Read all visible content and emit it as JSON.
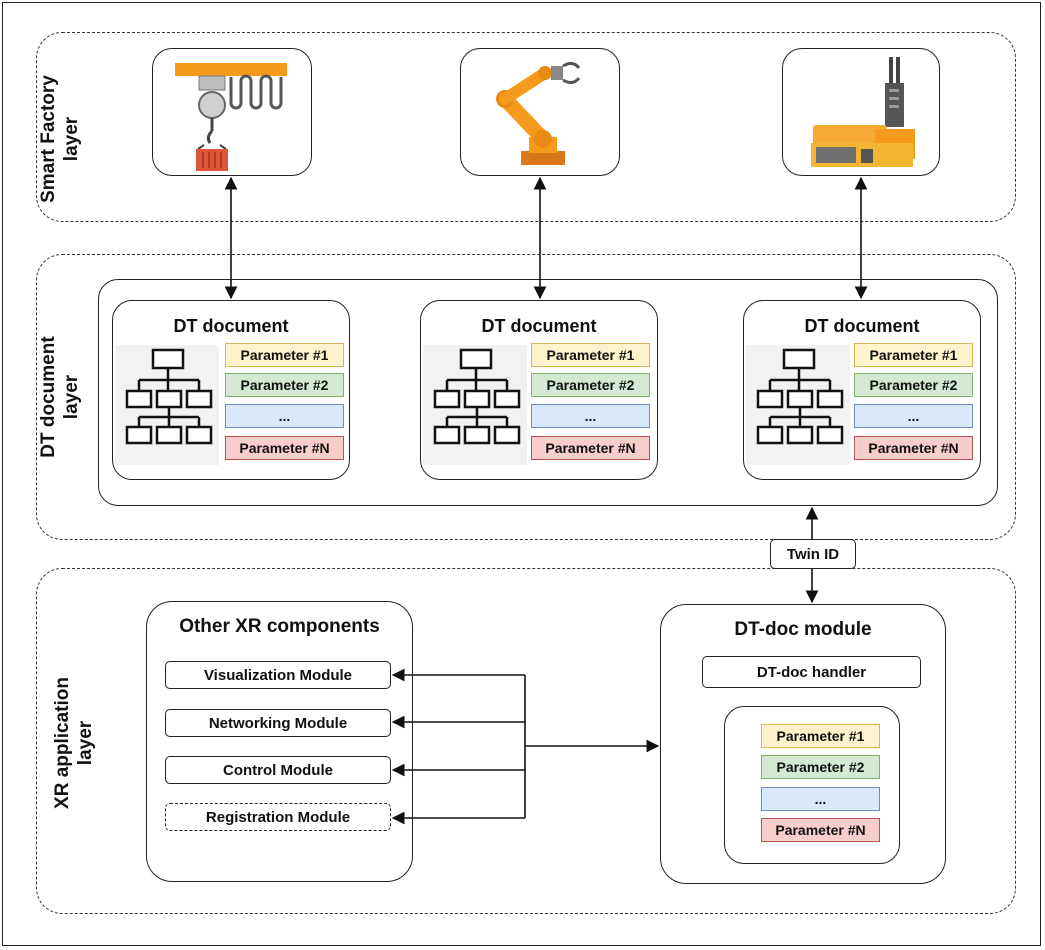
{
  "layers": {
    "smart_factory": "Smart Factory\nlayer",
    "dt_document": "DT document\nlayer",
    "xr_application": "XR application\nlayer"
  },
  "dt_document": {
    "title": "DT document",
    "parameters": [
      "Parameter #1",
      "Parameter #2",
      "...",
      "Parameter #N"
    ]
  },
  "twin_id": "Twin ID",
  "other_xr": {
    "title": "Other XR components",
    "modules": [
      "Visualization Module",
      "Networking Module",
      "Control Module",
      "Registration Module"
    ]
  },
  "dt_doc_module": {
    "title": "DT-doc module",
    "handler": "DT-doc handler",
    "parameters": [
      "Parameter #1",
      "Parameter #2",
      "...",
      "Parameter #N"
    ]
  },
  "factory_devices": [
    "crane-icon",
    "robot-arm-icon",
    "agv-robot-icon"
  ],
  "colors": {
    "device_orange": "#f59a1c",
    "param1_fill": "#fff2cc",
    "param2_fill": "#d5e8d4",
    "param3_fill": "#dae8fc",
    "paramN_fill": "#f8cecc"
  }
}
